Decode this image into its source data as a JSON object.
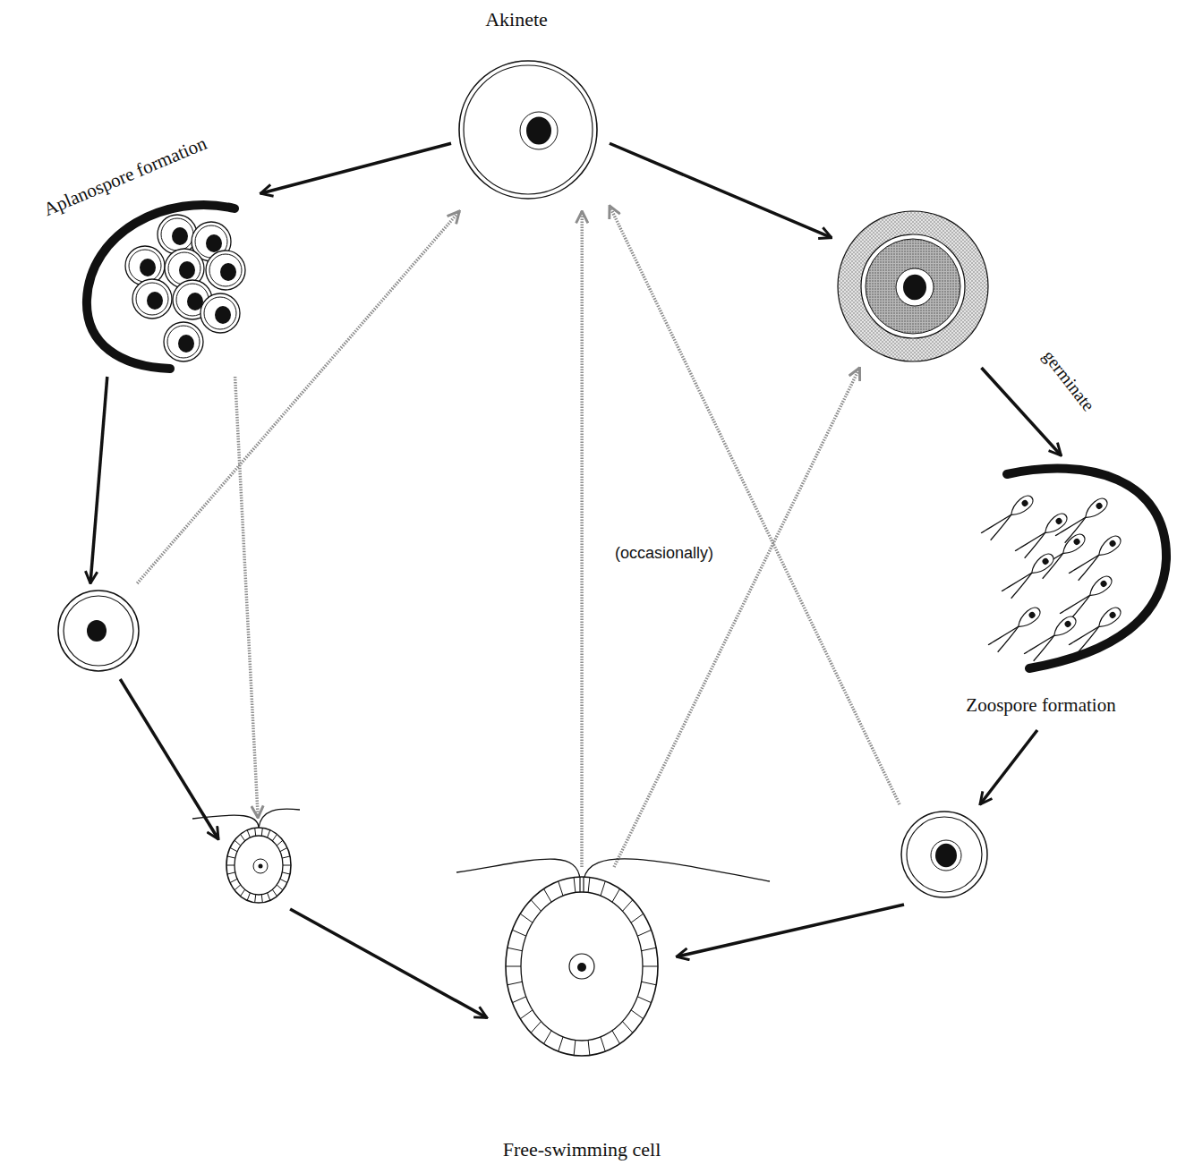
{
  "diagram": {
    "nodes": [
      {
        "text": [
          "Akinete"
        ]
      },
      {
        "text": [
          "Aplanospore formation"
        ]
      },
      {
        "text": []
      },
      {
        "text": [
          "Zoospore formation"
        ]
      },
      {
        "text": []
      },
      {
        "text": []
      },
      {
        "text": []
      },
      {
        "text": [
          "Free-swimming cell"
        ]
      }
    ],
    "edges": [
      {
        "from": 0,
        "to": 1,
        "arrow": "to"
      },
      {
        "from": 0,
        "to": 2,
        "arrow": "to"
      },
      {
        "from": 2,
        "to": 3,
        "label": "germinate",
        "arrow": "to"
      },
      {
        "from": 1,
        "to": 4,
        "arrow": "to"
      },
      {
        "from": 3,
        "to": 5,
        "arrow": "to"
      },
      {
        "from": 4,
        "to": 6,
        "arrow": "to"
      },
      {
        "from": 5,
        "to": 7,
        "arrow": "to"
      },
      {
        "from": 6,
        "to": 7,
        "arrow": "to"
      },
      {
        "from": 4,
        "to": 0,
        "arrow": "to"
      },
      {
        "from": 1,
        "to": 6,
        "arrow": "to"
      },
      {
        "from": 7,
        "to": 0,
        "arrow": "to"
      },
      {
        "from": 7,
        "to": 2,
        "arrow": "to"
      },
      {
        "from": 5,
        "to": 0,
        "arrow": "to"
      }
    ],
    "labels": [
      "(occasionally)"
    ]
  }
}
